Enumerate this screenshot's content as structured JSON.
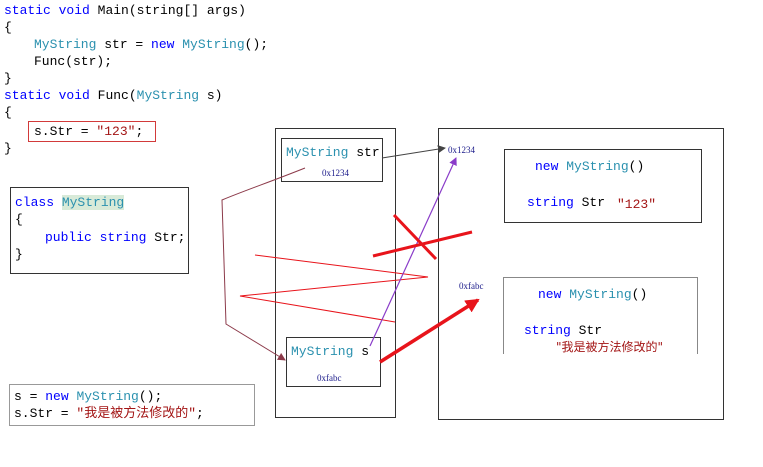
{
  "code_main": {
    "l1": {
      "kw1": "static",
      "kw2": "void",
      "rest": " Main(string[] args)"
    },
    "l2": "{",
    "l3": {
      "type1": "MyString",
      "mid1": " str = ",
      "kw": "new",
      "sp": " ",
      "type2": "MyString",
      "end": "();"
    },
    "l4": "Func(str);",
    "l5": "}",
    "l6": {
      "kw1": "static",
      "kw2": "void",
      "mid": " Func(",
      "type": "MyString",
      "end": " s)"
    },
    "l7": "{",
    "l8": {
      "pre": "s.Str = ",
      "str": "\"123\"",
      "end": ";"
    },
    "l9": "}"
  },
  "class_box": {
    "l1": {
      "kw": "class",
      "type": "MyString"
    },
    "l2": "{",
    "l3": {
      "kw1": "public",
      "kw2": "string",
      "rest": " Str;"
    },
    "l4": "}"
  },
  "bottom_code": {
    "l1": {
      "pre": "s = ",
      "kw": "new",
      "type": "MyString",
      "end": "();"
    },
    "l2": {
      "pre": "s.Str = ",
      "str": "\"我是被方法修改的\"",
      "end": ";"
    }
  },
  "stack": {
    "str_var": {
      "type": "MyString",
      "name": "str",
      "addr": "0x1234"
    },
    "s_var": {
      "type": "MyString",
      "name": "s",
      "addr": "0xfabc"
    }
  },
  "heap": {
    "addr1": "0x1234",
    "obj1": {
      "kw": "new",
      "type": "MyString",
      "end": "()",
      "field_kw": "string",
      "field": "Str",
      "value": "\"123\""
    },
    "addr2": "0xfabc",
    "obj2": {
      "kw": "new",
      "type": "MyString",
      "end": "()",
      "field_kw": "string",
      "field": "Str",
      "value": "\"我是被方法修改的\""
    }
  },
  "colors": {
    "keyword": "#0000ff",
    "type": "#2b91af",
    "string": "#a31515",
    "arrow_red": "#e8141b",
    "arrow_purple": "#8a3cc9",
    "line_maroon": "#8c3a4a"
  }
}
